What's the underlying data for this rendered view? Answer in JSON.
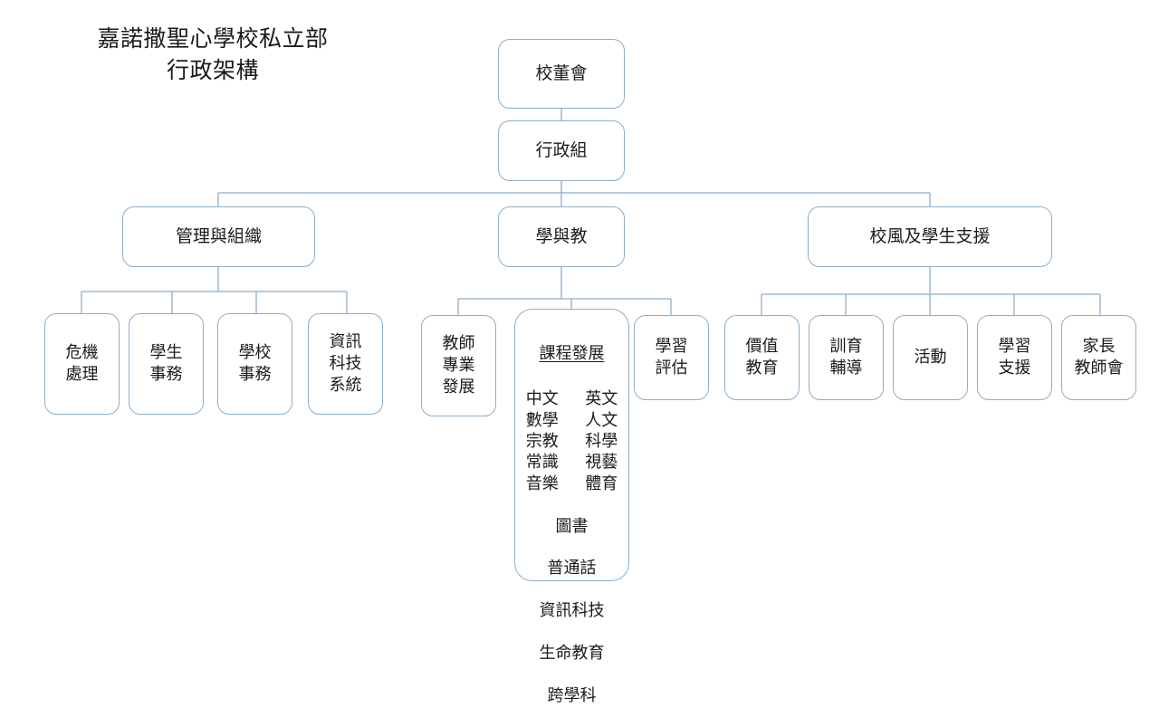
{
  "title": "嘉諾撒聖心學校私立部\n行政架構",
  "colors": {
    "border": "#8faec8",
    "connector": "#8faec8",
    "text": "#1b1b1b",
    "background": "#ffffff"
  },
  "nodes": {
    "board": "校董會",
    "admin": "行政組",
    "level2": [
      "管理與組織",
      "學與教",
      "校風及學生支援"
    ],
    "management_children": [
      "危機\n處理",
      "學生\n事務",
      "學校\n事務",
      "資訊\n科技\n系統"
    ],
    "learning_children": [
      "教師\n專業\n發展",
      "學習\n評估"
    ],
    "curriculum": {
      "heading": "課程發展",
      "pairs": [
        [
          "中文",
          "英文"
        ],
        [
          "數學",
          "人文"
        ],
        [
          "宗教",
          "科學"
        ],
        [
          "常識",
          "視藝"
        ],
        [
          "音樂",
          "體育"
        ]
      ],
      "singles": [
        "圖書",
        "普通話",
        "資訊科技",
        "生命教育",
        "跨學科"
      ]
    },
    "support_children": [
      "價值\n教育",
      "訓育\n輔導",
      "活動",
      "學習\n支援",
      "家長\n教師會"
    ]
  }
}
